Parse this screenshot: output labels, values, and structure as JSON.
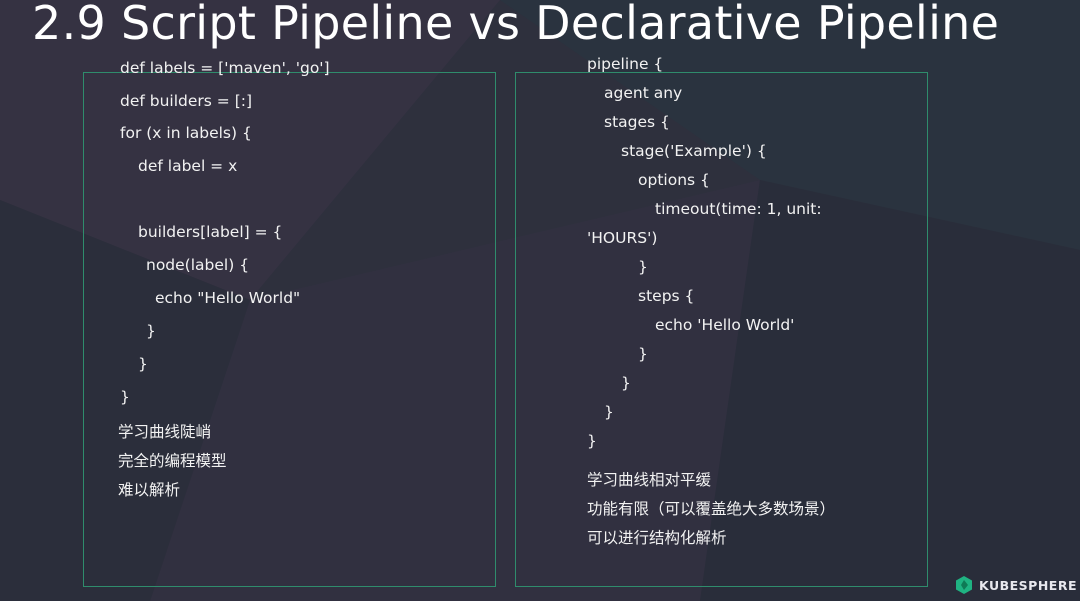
{
  "slide": {
    "title": "2.9 Script Pipeline vs Declarative Pipeline",
    "left": {
      "code": [
        "def labels = ['maven', 'go']",
        "def builders = [:]",
        "for (x in labels) {",
        "def label = x",
        "",
        "builders[label] = {",
        "node(label) {",
        "echo \"Hello World\"",
        "}",
        "}",
        "}"
      ],
      "notes": [
        "学习曲线陡峭",
        "完全的编程模型",
        "难以解析"
      ]
    },
    "right": {
      "code": [
        "pipeline {",
        "agent any",
        "stages {",
        "stage('Example') {",
        "options {",
        "timeout(time: 1, unit:",
        "'HOURS')",
        "}",
        "steps {",
        "echo 'Hello World'",
        "}",
        "}",
        "}",
        "}"
      ],
      "notes": [
        "学习曲线相对平缓",
        "功能有限（可以覆盖绝大多数场景）",
        "可以进行结构化解析"
      ]
    },
    "logo": {
      "text": "KUBESPHERE",
      "icon": "kubesphere-logo-icon",
      "color": "#1fb382"
    },
    "colors": {
      "background": "#2e303d",
      "box_border": "#2f8c6c",
      "text": "#f2f2f2"
    }
  }
}
